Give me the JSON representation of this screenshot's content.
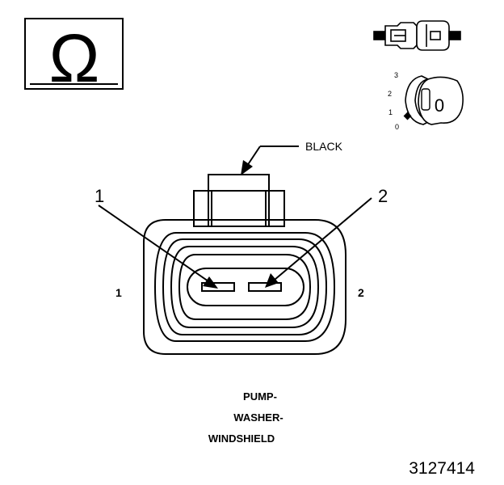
{
  "ohm_symbol": "Ω",
  "connector_color_callout": "BLACK",
  "callouts": {
    "pin_1": "1",
    "pin_2": "2"
  },
  "side_labels": {
    "left": "1",
    "right": "2"
  },
  "component_name": [
    "PUMP-",
    "WASHER-",
    "WINDSHIELD"
  ],
  "ignition_positions": [
    "3",
    "2",
    "1",
    "0"
  ],
  "ignition_key_label": "0",
  "figure_number": "3127414",
  "colors": {
    "ink": "#000000",
    "background": "#ffffff"
  },
  "icons": {
    "meter": "ohmmeter-icon",
    "disconnect": "connector-disconnected-icon",
    "ignition": "ignition-key-off-icon"
  }
}
